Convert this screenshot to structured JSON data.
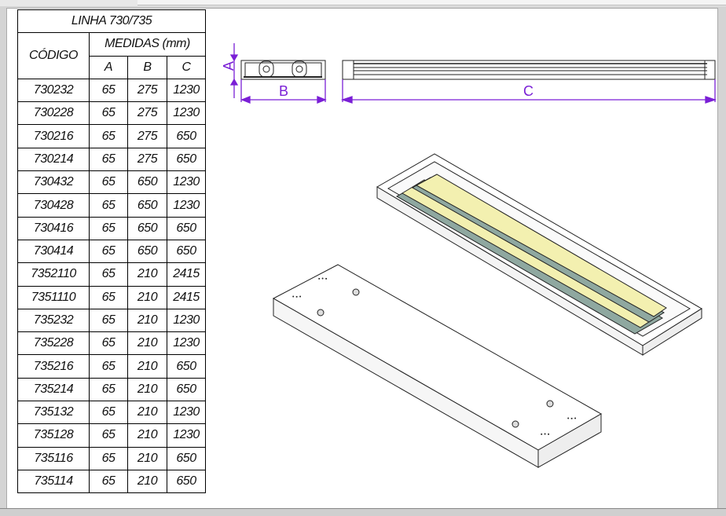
{
  "table": {
    "title": "LINHA 730/735",
    "code_header": "CÓDIGO",
    "measures_header": "MEDIDAS (mm)",
    "columns": [
      "A",
      "B",
      "C"
    ],
    "rows": [
      [
        "730232",
        "65",
        "275",
        "1230"
      ],
      [
        "730228",
        "65",
        "275",
        "1230"
      ],
      [
        "730216",
        "65",
        "275",
        "650"
      ],
      [
        "730214",
        "65",
        "275",
        "650"
      ],
      [
        "730432",
        "65",
        "650",
        "1230"
      ],
      [
        "730428",
        "65",
        "650",
        "1230"
      ],
      [
        "730416",
        "65",
        "650",
        "650"
      ],
      [
        "730414",
        "65",
        "650",
        "650"
      ],
      [
        "7352110",
        "65",
        "210",
        "2415"
      ],
      [
        "7351110",
        "65",
        "210",
        "2415"
      ],
      [
        "735232",
        "65",
        "210",
        "1230"
      ],
      [
        "735228",
        "65",
        "210",
        "1230"
      ],
      [
        "735216",
        "65",
        "210",
        "650"
      ],
      [
        "735214",
        "65",
        "210",
        "650"
      ],
      [
        "735132",
        "65",
        "210",
        "1230"
      ],
      [
        "735128",
        "65",
        "210",
        "1230"
      ],
      [
        "735116",
        "65",
        "210",
        "650"
      ],
      [
        "735114",
        "65",
        "210",
        "650"
      ]
    ]
  },
  "drawing": {
    "dim_a": "A",
    "dim_b": "B",
    "dim_c": "C",
    "dim_color": "#7a1fd6",
    "lamp_color": "#f3f0b0",
    "reflector_color": "#8fa8a0"
  }
}
